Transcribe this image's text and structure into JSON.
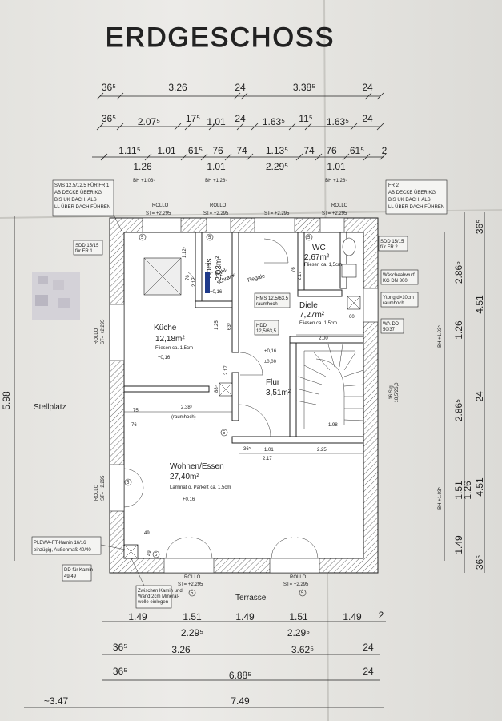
{
  "title": "ERDGESCHOSS",
  "dims_top": {
    "row1": [
      "36⁵",
      "3.26",
      "24",
      "3.38⁵",
      "24"
    ],
    "row2": [
      "36⁵",
      "2.07⁵",
      "17⁵",
      "1.01",
      "24",
      "1.63⁵",
      "11⁵",
      "1.63⁵",
      "24"
    ],
    "row3": [
      "1.11⁵",
      "1.01",
      "61⁵",
      "76",
      "74",
      "1.13⁵",
      "74",
      "76",
      "61⁵",
      "2"
    ],
    "row4": [
      "1.26",
      "1.01",
      "2.29⁵",
      "1.01"
    ],
    "bh": [
      "BH +1.03⁵",
      "BH +1.28⁵",
      "BH +1.28⁵"
    ]
  },
  "dims_bottom": {
    "row1": [
      "1.49",
      "1.51",
      "1.49",
      "1.51",
      "1.49",
      "2"
    ],
    "row2": [
      "2.29⁵",
      "2.29⁵"
    ],
    "row3": [
      "36⁵",
      "3.26",
      "3.62⁵",
      "24"
    ],
    "row4": [
      "36⁵",
      "6.88⁵",
      "24"
    ],
    "row5": [
      "~3.47",
      "7.49"
    ]
  },
  "dims_right": {
    "outer": [
      "36⁵",
      "4.51",
      "24",
      "4.51"
    ],
    "inner": [
      "2.86⁵",
      "1.26",
      "2.86⁵",
      "1.26",
      "1.51",
      "1.49",
      "36⁵"
    ],
    "bh": [
      "BH +1.03⁵",
      "BH +1.03⁵"
    ]
  },
  "rooms": {
    "kueche": {
      "name": "Küche",
      "area": "12,18m²",
      "floor": "Fliesen ca. 1,5cm",
      "level": "+0,16"
    },
    "speis": {
      "name": "Speis",
      "area": "2,03m²",
      "level": "+0,16"
    },
    "wc": {
      "name": "WC",
      "area": "2,67m²",
      "floor": "Fliesen ca. 1,5cm"
    },
    "diele": {
      "name": "Diele",
      "area": "7,27m²",
      "floor": "Fliesen ca. 1,5cm"
    },
    "flur": {
      "name": "Flur",
      "area": "3,51m²",
      "level1": "+0,16",
      "level2": "±0,00"
    },
    "wohnen": {
      "name": "Wohnen/Essen",
      "area": "27,40m²",
      "floor": "Laminat o. Parkett ca. 1,5cm",
      "level": "+0,16"
    }
  },
  "exterior": {
    "stellplatz": "Stellplatz",
    "terrasse": "Terrasse"
  },
  "notes": {
    "sms": [
      "SMS 12,5/12,5 FÜR FR 1",
      "AB DECKE ÜBER KG",
      "BIS UK DACH, ALS",
      "LL ÜBER DACH FÜHREN"
    ],
    "fr2": [
      "FR 2",
      "AB DECKE ÜBER KG",
      "BIS UK DACH, ALS",
      "LL ÜBER DACH FÜHREN"
    ],
    "sdd1": [
      "SDD 15/15",
      "für FR 1"
    ],
    "sdd2": [
      "SDD 15/15",
      "für FR 2"
    ],
    "waesche": [
      "Wäscheabwurf",
      "KG DN 300"
    ],
    "ytong": [
      "Ytong d=10cm",
      "raumhoch"
    ],
    "wadd": [
      "WA-DD",
      "50/37"
    ],
    "hms": [
      "HMS 12,5/63,5",
      "raumhoch"
    ],
    "hdd": [
      "HDD",
      "12,5/63,5"
    ],
    "plewa": [
      "PLEWA-FT-Kamin 16/16",
      "einzügig, Außenmaß 40/40"
    ],
    "dd": [
      "DD für Kamin",
      "49/49"
    ],
    "kamin": [
      "Zwischen Kamin und",
      "Wand 2cm Mineral-",
      "wolle einlegen"
    ],
    "raumhoch": "(raumhoch)",
    "stairs": [
      "16 Stg",
      "18,5/26,0"
    ]
  },
  "misc": {
    "rollo": "ROLLO",
    "st": "ST= +2.295",
    "interior_dims": [
      "2.17",
      "76",
      "2.17",
      "76",
      "60",
      "2.00",
      "1.98",
      "2.38⁵",
      "75",
      "76",
      "1.01",
      "36⁵",
      "2.17",
      "2.25",
      "1.25",
      "63⁵",
      "2.17",
      "49",
      "49",
      "88⁵",
      "1.12⁵"
    ],
    "left_dim": "5.98",
    "circles": [
      "5",
      "5",
      "5",
      "5",
      "5",
      "5",
      "5",
      "5"
    ],
    "handwriting": [
      "Kühl-",
      "schrank",
      "Regale"
    ]
  }
}
